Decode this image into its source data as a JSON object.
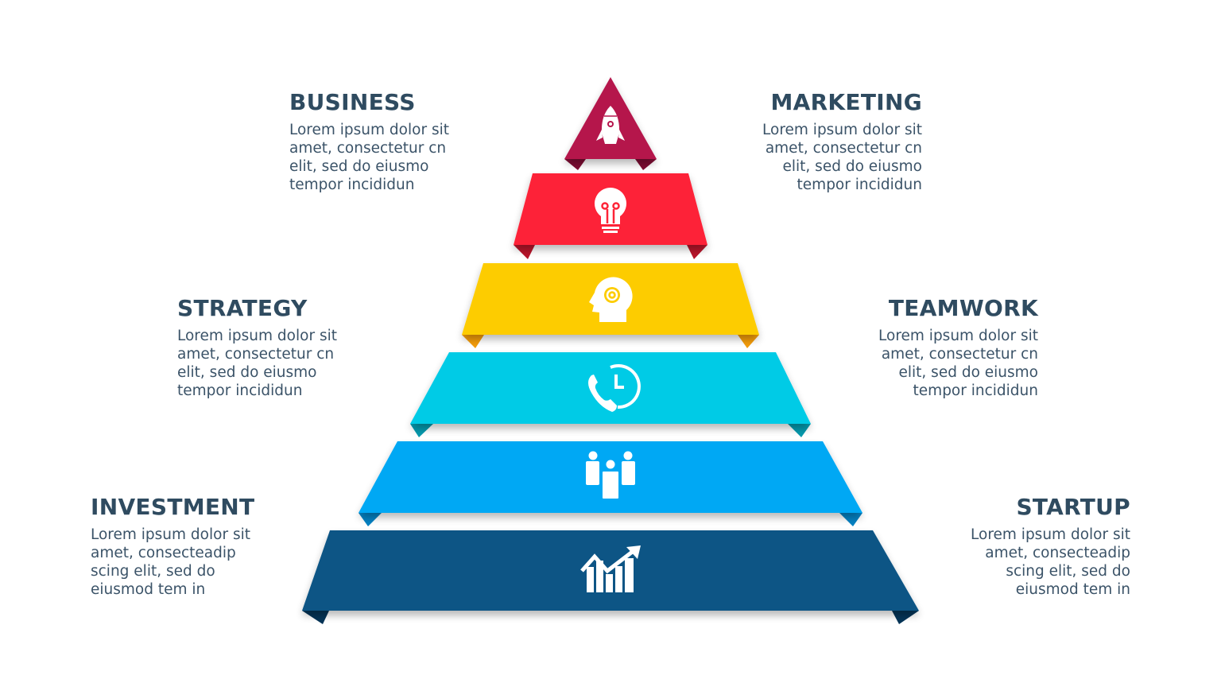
{
  "diagram": {
    "type": "pyramid",
    "tiers": [
      {
        "level": 1,
        "icon": "rocket-icon",
        "color": "#b5144b",
        "fold_color": "#7e0d33"
      },
      {
        "level": 2,
        "icon": "lightbulb-icon",
        "color": "#fd2437",
        "fold_color": "#b8152a"
      },
      {
        "level": 3,
        "icon": "head-gear-icon",
        "color": "#fdcc00",
        "fold_color": "#f39c0a"
      },
      {
        "level": 4,
        "icon": "phone-clock-icon",
        "color": "#03cbe6",
        "fold_color": "#0599ad"
      },
      {
        "level": 5,
        "icon": "team-icon",
        "color": "#05a8f4",
        "fold_color": "#0481c2"
      },
      {
        "level": 6,
        "icon": "growth-chart-icon",
        "color": "#0a5585",
        "fold_color": "#043457"
      }
    ]
  },
  "labels": {
    "business": {
      "title": "BUSINESS",
      "lines": [
        "Lorem ipsum dolor sit",
        "amet, consectetur cn",
        "elit, sed do eiusmo",
        "tempor incididun"
      ]
    },
    "marketing": {
      "title": "MARKETING",
      "lines": [
        "Lorem ipsum dolor sit",
        "amet, consectetur cn",
        "elit, sed do eiusmo",
        "tempor incididun"
      ]
    },
    "strategy": {
      "title": "STRATEGY",
      "lines": [
        "Lorem ipsum dolor sit",
        "amet, consectetur cn",
        "elit, sed do eiusmo",
        "tempor incididun"
      ]
    },
    "teamwork": {
      "title": "TEAMWORK",
      "lines": [
        "Lorem ipsum dolor sit",
        "amet, consectetur cn",
        "elit, sed do eiusmo",
        "tempor incididun"
      ]
    },
    "investment": {
      "title": "INVESTMENT",
      "lines": [
        "Lorem ipsum dolor sit",
        "amet, consecteadip",
        "scing elit, sed do",
        "eiusmod tem in"
      ]
    },
    "startup": {
      "title": "STARTUP",
      "lines": [
        "Lorem ipsum dolor sit",
        "amet, consecteadip",
        "scing elit, sed do",
        "eiusmod tem in"
      ]
    }
  },
  "colors": {
    "heading": "#2f4b60",
    "body_text": "#3b5368",
    "background": "#ffffff"
  }
}
